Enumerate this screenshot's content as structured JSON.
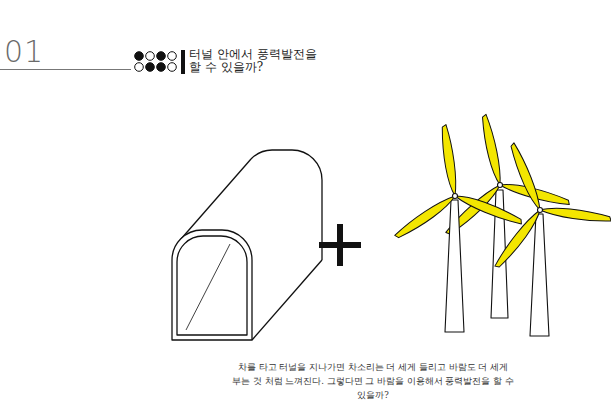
{
  "diagram": {
    "title": "터널 안에서 풍력발전을 할 수 있을까?",
    "caption": "차를 타고 터널을 지나가면 차소리는 더 세게 들리고 바람도 더 세게 부는 것 처럼 느껴진다. 그렇다면 그 바람을 이용해서 풍력발전을 할 수 있을까?",
    "labels": [
      "01"
    ]
  }
}
